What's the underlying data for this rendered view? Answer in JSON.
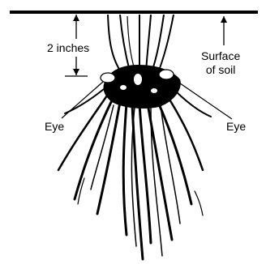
{
  "labels": {
    "depth": "2 inches",
    "surface_line1": "Surface",
    "surface_line2": "of soil",
    "eye_left": "Eye",
    "eye_right": "Eye"
  },
  "colors": {
    "ink": "#000000",
    "background": "#ffffff"
  }
}
